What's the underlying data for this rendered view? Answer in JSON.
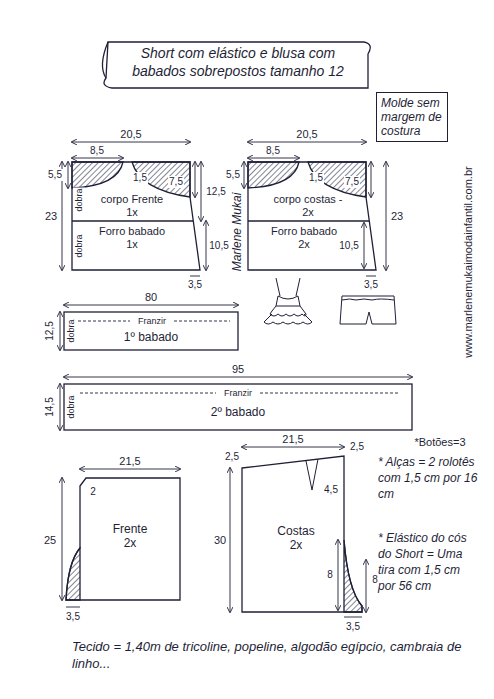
{
  "diagram": {
    "title": "Short com elástico e blusa com babados sobrepostos tamanho 12",
    "nodes": [
      {
        "text": [
          "Molde sem margem de costura"
        ]
      },
      {
        "text": [
          "corpo Frente 1x",
          "Forro babado 1x"
        ]
      },
      {
        "text": [
          "corpo costas - 2x",
          "Forro babado 2x"
        ]
      },
      {
        "text": [
          "1º babado"
        ]
      },
      {
        "text": [
          "2º babado"
        ]
      },
      {
        "text": [
          "Frente 2x"
        ]
      },
      {
        "text": [
          "Costas 2x"
        ]
      }
    ],
    "labels": [
      "20,5",
      "8,5",
      "5,5",
      "1,5",
      "7,5",
      "12,5",
      "23",
      "dobra",
      "dobra",
      "10,5",
      "3,5",
      "20,5",
      "8,5",
      "5,5",
      "1,5",
      "7,5",
      "23",
      "10,5",
      "3,5",
      "Marlene Mukai",
      "80",
      "Franzir",
      "12,5",
      "dobra",
      "95",
      "Franzir",
      "14,5",
      "dobra",
      "*Botões=3",
      "21,5",
      "2",
      "25",
      "3,5",
      "21,5",
      "2,5",
      "2,5",
      "4,5",
      "30",
      "8",
      "8",
      "3,5",
      "* Alças = 2 rolotês com 1,5 cm por 16 cm",
      "* Elástico do cós do Short = Uma tira com 1,5 cm por 56 cm",
      "Tecido = 1,40m de tricoline, popeline, algodão egípcio, cambraia de linho...",
      "www.marlenemukaimodainfantil.com.br"
    ]
  }
}
